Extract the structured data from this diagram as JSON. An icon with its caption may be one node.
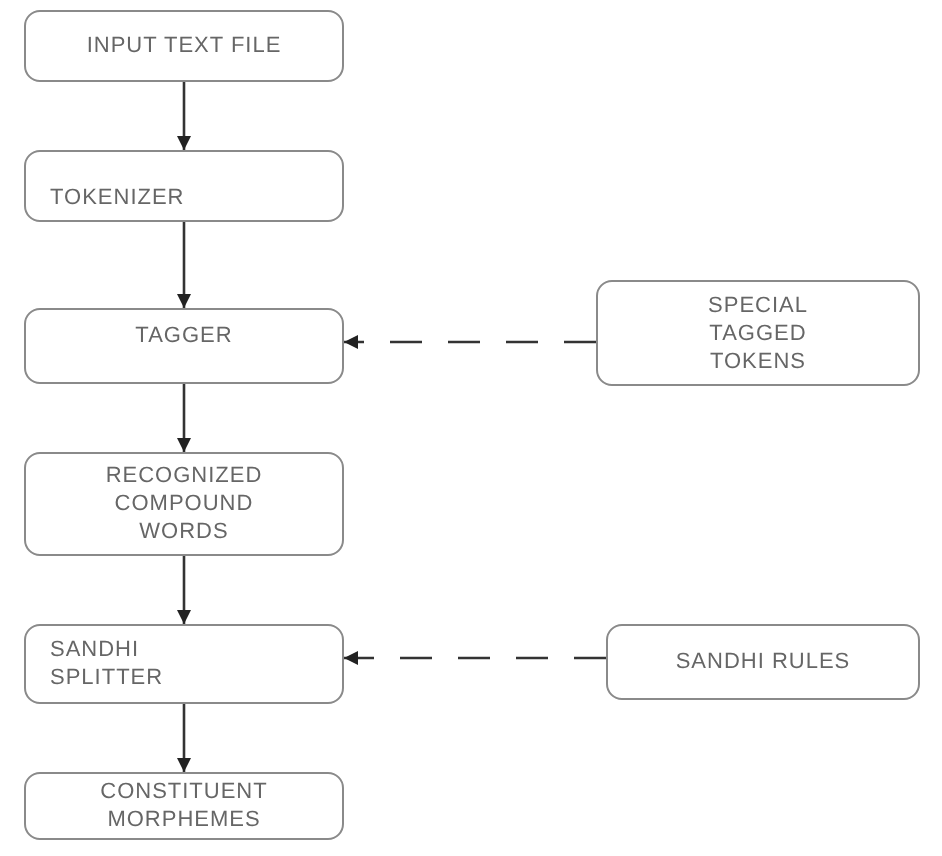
{
  "diagram": {
    "nodes": [
      {
        "text": [
          "INPUT TEXT FILE"
        ]
      },
      {
        "text": [
          "TOKENIZER"
        ]
      },
      {
        "text": [
          "TAGGER"
        ]
      },
      {
        "text": [
          "SPECIAL TAGGED TOKENS"
        ]
      },
      {
        "text": [
          "RECOGNIZED COMPOUND WORDS"
        ]
      },
      {
        "text": [
          "SANDHI SPLITTER"
        ]
      },
      {
        "text": [
          "SANDHI RULES"
        ]
      },
      {
        "text": [
          "CONSTITUENT MORPHEMES"
        ]
      }
    ],
    "edges": [
      {
        "from": 0,
        "to": 1,
        "arrow": "to"
      },
      {
        "from": 1,
        "to": 2,
        "arrow": "to"
      },
      {
        "from": 3,
        "to": 2,
        "arrow": "to",
        "style": "dashed"
      },
      {
        "from": 2,
        "to": 4,
        "arrow": "to"
      },
      {
        "from": 4,
        "to": 5,
        "arrow": "to"
      },
      {
        "from": 6,
        "to": 5,
        "arrow": "to",
        "style": "dashed"
      },
      {
        "from": 5,
        "to": 7,
        "arrow": "to"
      }
    ]
  }
}
